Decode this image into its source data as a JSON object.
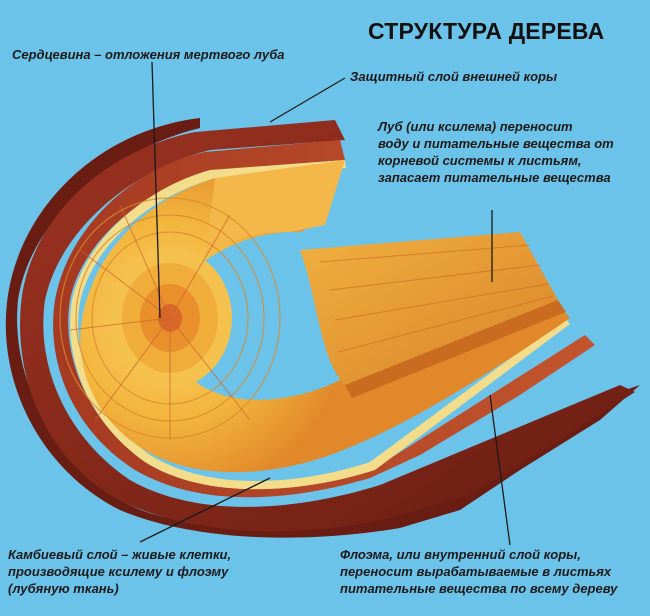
{
  "title": "СТРУКТУРА ДЕРЕВА",
  "labels": {
    "heartwood": "Сердцевина – отложения мертвого луба",
    "outer_bark": "Защитный слой внешней коры",
    "xylem": [
      "Луб (или ксилема) переносит",
      "воду и питательные вещества от",
      "корневой системы к листьям,",
      "запасает питательные вещества"
    ],
    "cambium": [
      "Камбиевый слой – живые клетки,",
      "производящие ксилему и флоэму",
      "(лубяную ткань)"
    ],
    "phloem": [
      "Флоэма, или внутренний слой коры,",
      "переносит вырабатываемые в листьях",
      "питательные вещества по всему дереву"
    ]
  },
  "colors": {
    "background": "#6cc3ea",
    "bark": "#8a2a1c",
    "bark_dark": "#5e1a10",
    "wood_light": "#f7c64a",
    "wood_mid": "#e99a2a",
    "wood_dark": "#c8661e",
    "phloem": "#b5452a",
    "cambium": "#f3dc8a",
    "leader": "#1a1a1a"
  }
}
